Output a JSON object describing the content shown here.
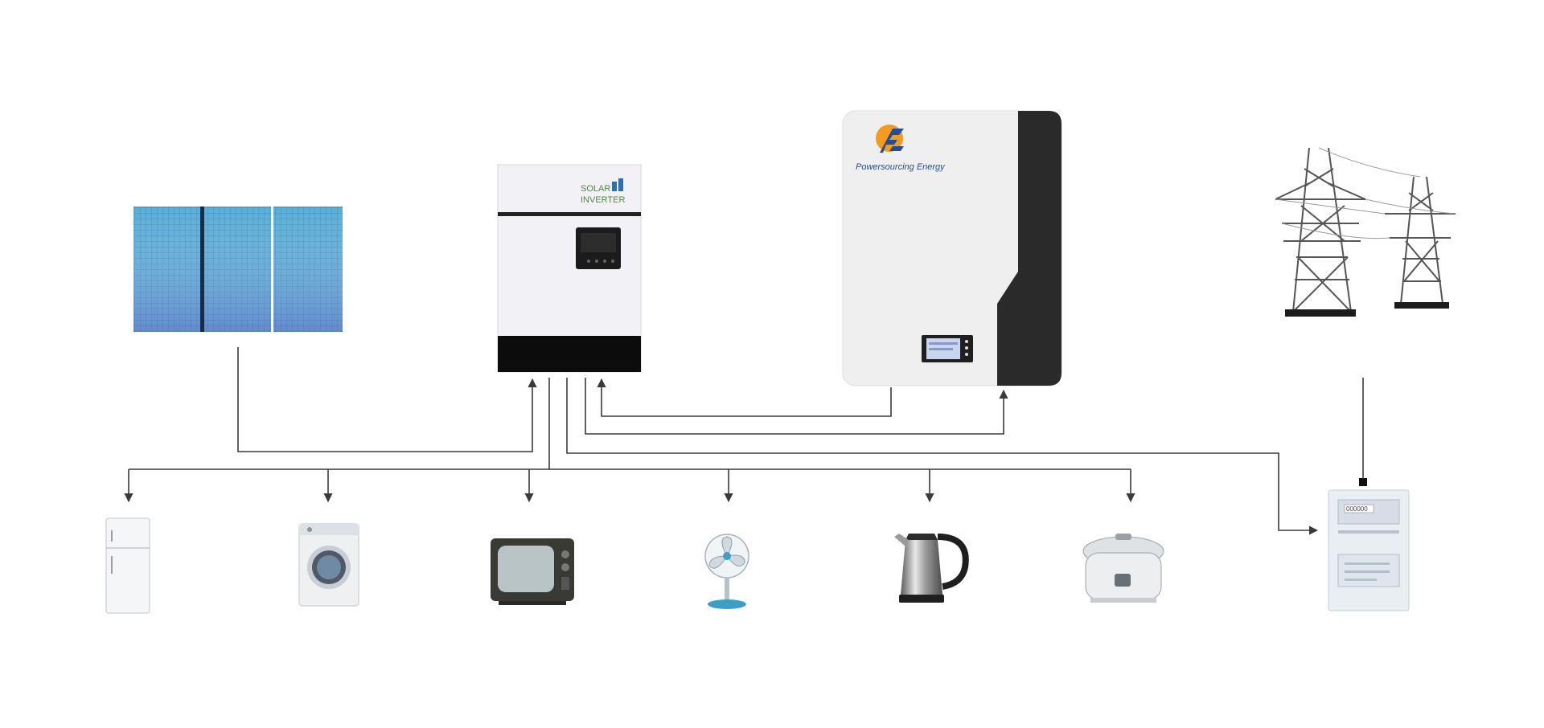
{
  "inverter": {
    "label_line1": "SOLAR",
    "label_line2": "INVERTER"
  },
  "battery": {
    "brand": "Powersourcing Energy"
  },
  "meter": {
    "display": "000000"
  },
  "colors": {
    "line": "#3a3a3a",
    "solar_panel": "#4a9ec4",
    "inverter_body": "#f2f2f6",
    "battery_body": "#efefef",
    "battery_side": "#2a2a2a",
    "logo_orange": "#f39a1f",
    "logo_blue": "#1f4e9c"
  },
  "appliances": [
    {
      "name": "refrigerator-icon"
    },
    {
      "name": "washing-machine-icon"
    },
    {
      "name": "television-icon"
    },
    {
      "name": "electric-fan-icon"
    },
    {
      "name": "electric-kettle-icon"
    },
    {
      "name": "rice-cooker-icon"
    }
  ]
}
